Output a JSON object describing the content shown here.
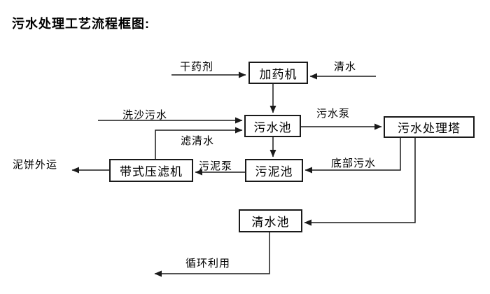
{
  "title": "污水处理工艺流程框图:",
  "nodes": {
    "dosing_machine": "加药机",
    "sewage_pool": "污水池",
    "treatment_tower": "污水处理塔",
    "sludge_pool": "污泥池",
    "belt_filter_press": "带式压滤机",
    "clean_water_pool": "清水池"
  },
  "flow_labels": {
    "dry_chemical": "干药剂",
    "clean_water": "清水",
    "sand_washing_sewage": "洗沙污水",
    "filtered_water": "滤清水",
    "sewage_pump": "污水泵",
    "sludge_pump": "污泥泵",
    "mud_cake_outbound": "泥饼外运",
    "bottom_sewage": "底部污水",
    "recycle_reuse": "循环利用"
  },
  "colors": {
    "background": "#ffffff",
    "line": "#1a1a1a",
    "text": "#000000"
  }
}
